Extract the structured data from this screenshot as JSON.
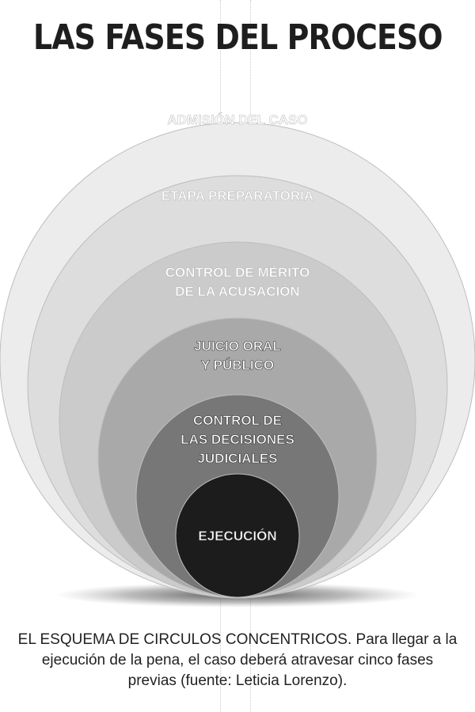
{
  "title": "LAS FASES DEL PROCESO",
  "phases": [
    {
      "lines": [
        "ADMISIÓN DEL CASO"
      ]
    },
    {
      "lines": [
        "ETAPA PREPARATORIA"
      ]
    },
    {
      "lines": [
        "CONTROL DE MÉRITO",
        "DE LA ACUSACIÓN"
      ]
    },
    {
      "lines": [
        "JUICIO ORAL",
        "Y PÚBLICO"
      ]
    },
    {
      "lines": [
        "CONTROL DE",
        "LAS DECISIONES",
        "JUDICIALES"
      ]
    },
    {
      "lines": [
        "EJECUCIÓN"
      ]
    }
  ],
  "caption": {
    "lines": [
      "EL ESQUEMA DE CIRCULOS CONCENTRICOS. Para llegar a la",
      "ejecución de la pena, el caso deberá atravesar cinco fases",
      "previas (fuente: Leticia Lorenzo)."
    ]
  }
}
